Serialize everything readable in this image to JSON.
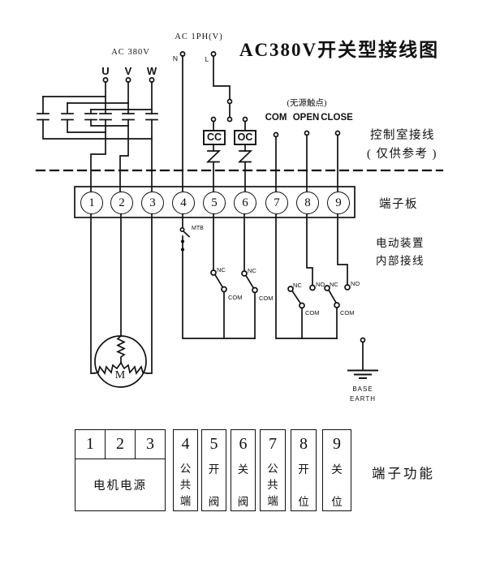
{
  "title": "AC380V开关型接线图",
  "power": {
    "three_phase_label": "AC 380V",
    "phase_u": "U",
    "phase_v": "V",
    "phase_w": "W",
    "single_phase_label": "AC 1PH(V)",
    "neutral": "N",
    "line": "L"
  },
  "coils": {
    "close_coil": "CC",
    "open_coil": "OC"
  },
  "control": {
    "dry_contact_note": "(无源触点)",
    "com": "COM",
    "open": "OPEN",
    "close": "CLOSE",
    "room_note_line1": "控制室接线",
    "room_note_line2": "( 仅供参考 )"
  },
  "terminal_strip": {
    "label": "端子板",
    "numbers": [
      "1",
      "2",
      "3",
      "4",
      "5",
      "6",
      "7",
      "8",
      "9"
    ]
  },
  "internal": {
    "note_line1": "电动装置",
    "note_line2": "内部接线",
    "thermal_switch": "MTB",
    "nc": "NC",
    "no": "NO",
    "com": "COM",
    "motor": "M",
    "ground_label_line1": "BASE",
    "ground_label_line2": "EARTH"
  },
  "function_table": {
    "label": "端子功能",
    "numbers": [
      "1",
      "2",
      "3",
      "4",
      "5",
      "6",
      "7",
      "8",
      "9"
    ],
    "motor_power": "电机电源",
    "functions": [
      "公共端",
      "开阀",
      "关阀",
      "公共端",
      "开位",
      "关位"
    ]
  }
}
